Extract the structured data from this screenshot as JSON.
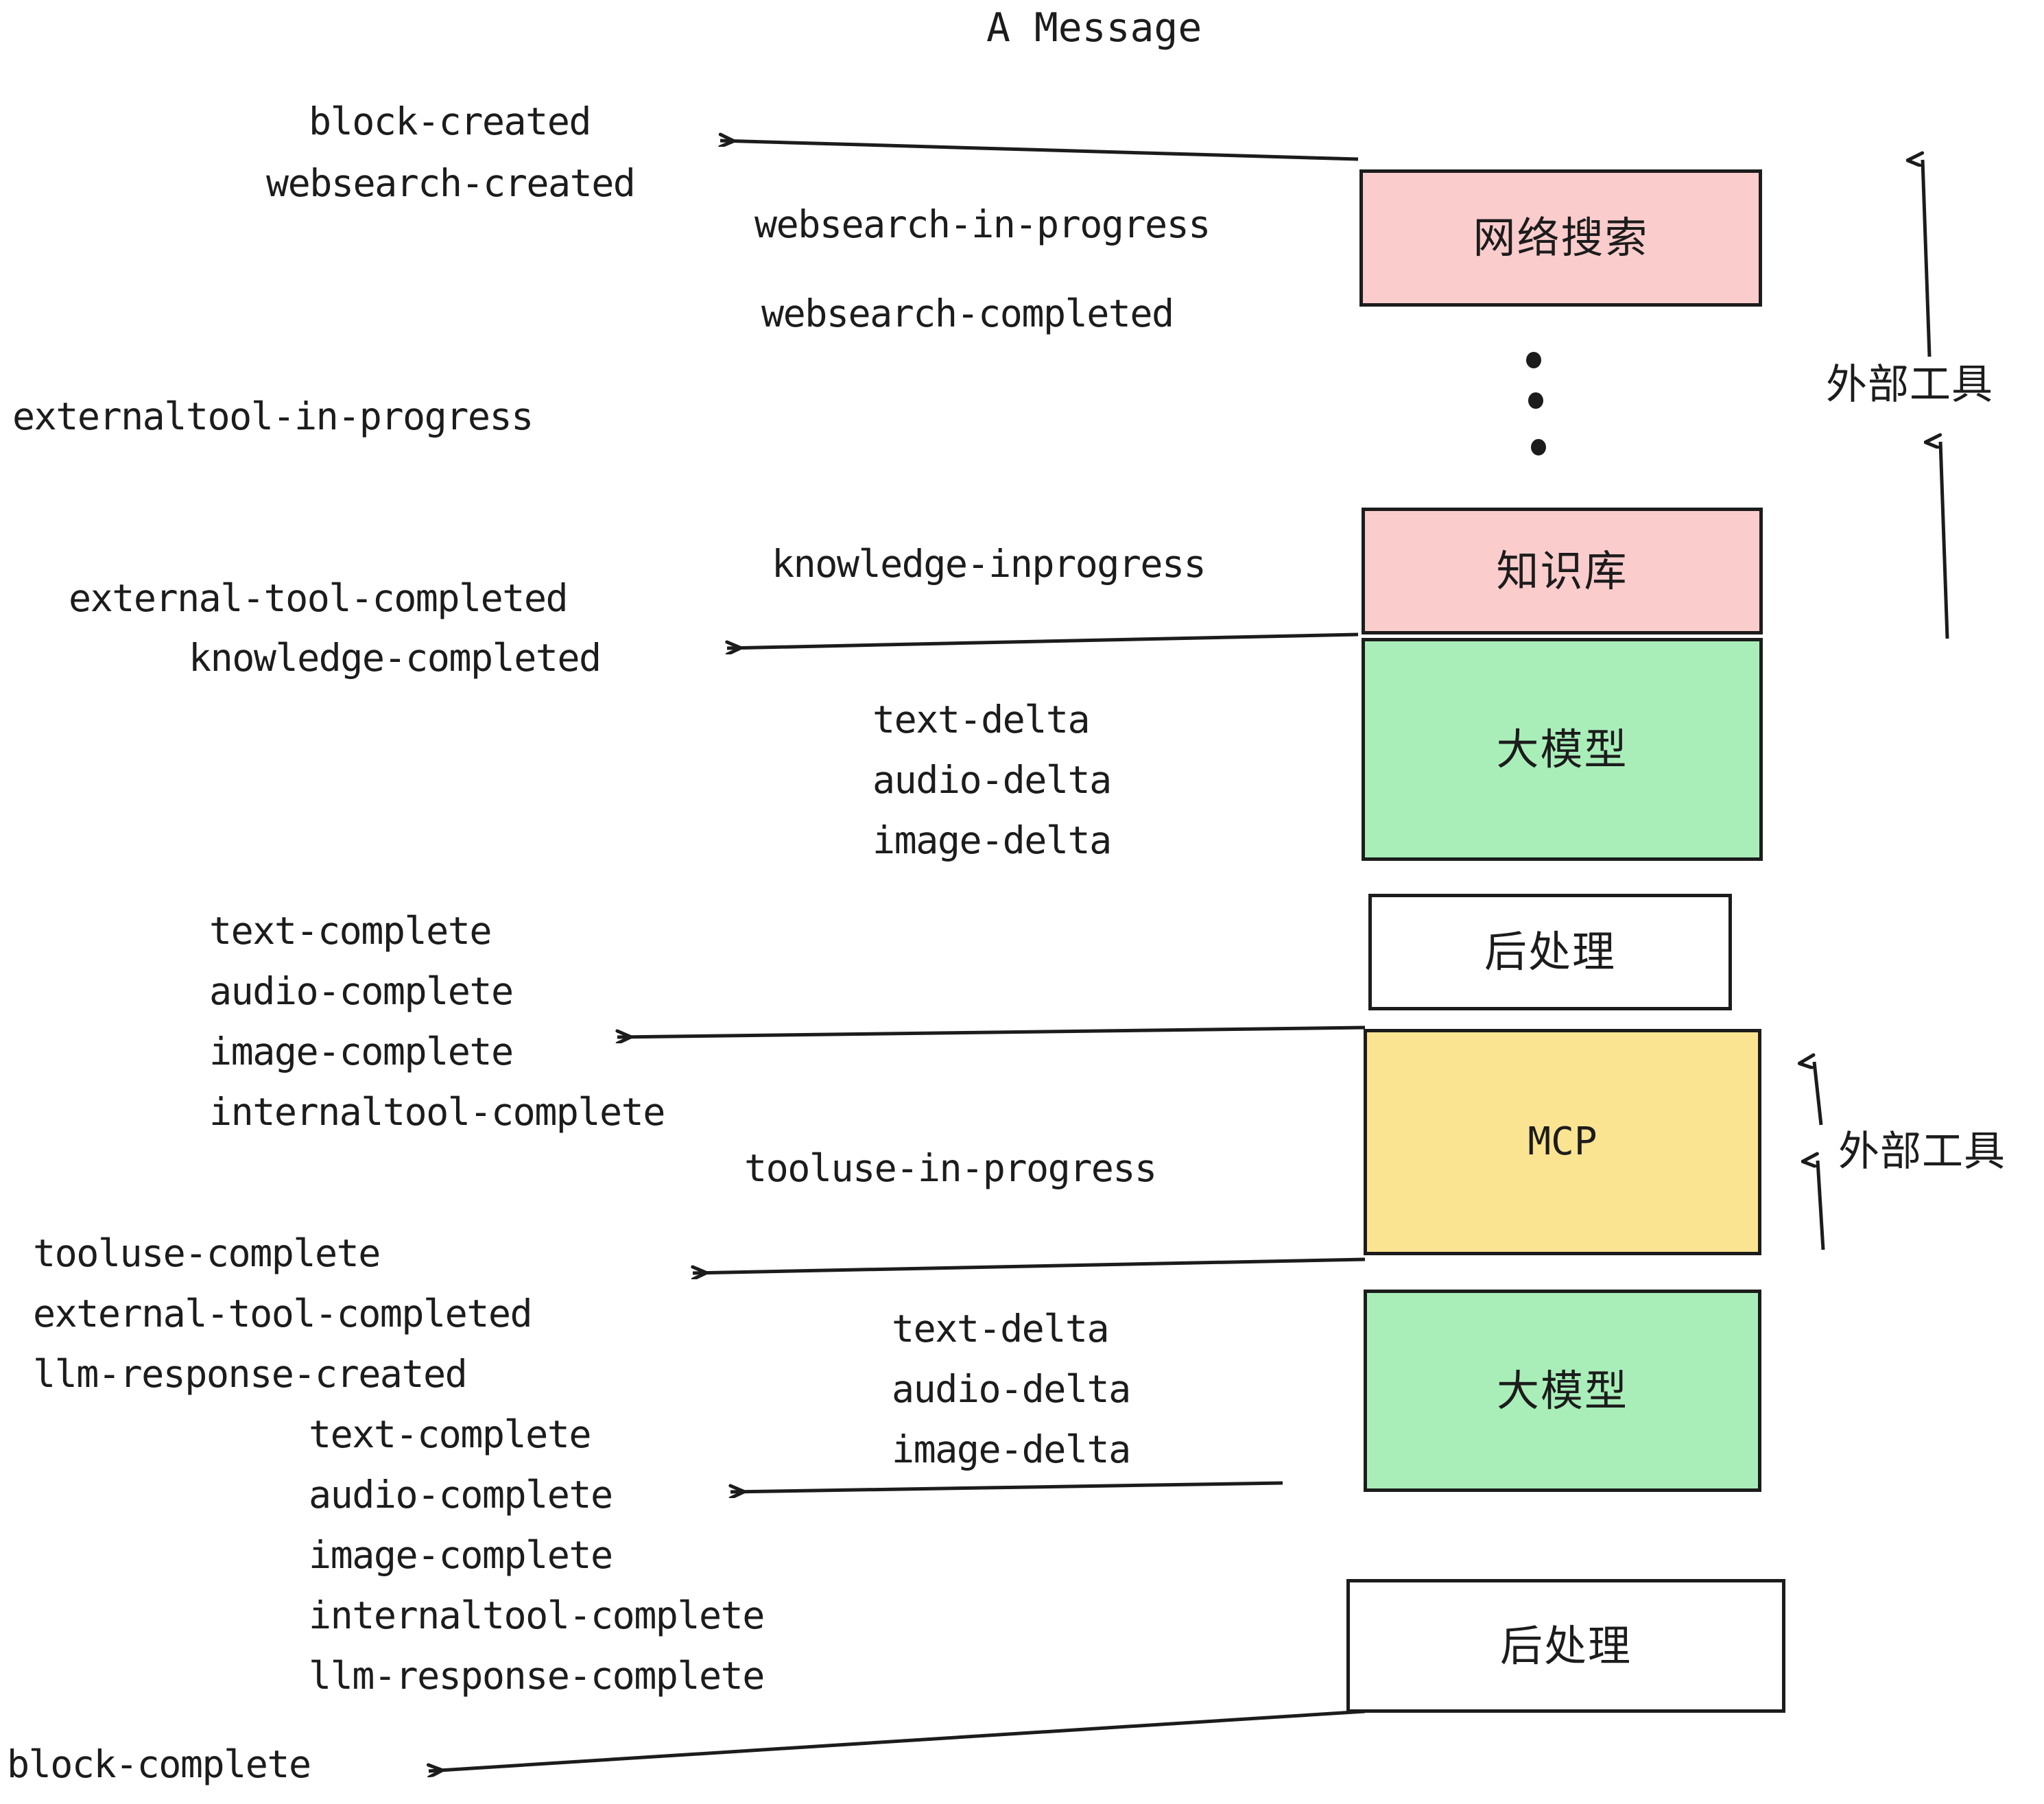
{
  "title": "A Message",
  "colors": {
    "stroke": "#1c1c1c",
    "background": "#ffffff",
    "external_tool_fill": "#fbcccc",
    "llm_fill": "#a9eeb9",
    "mcp_fill": "#fae492",
    "postprocess_fill": "#ffffff"
  },
  "nodes": [
    {
      "id": "websearch",
      "label": "网络搜索",
      "fill": "#fbcccc"
    },
    {
      "id": "knowledge",
      "label": "知识库",
      "fill": "#fbcccc"
    },
    {
      "id": "llm-1",
      "label": "大模型",
      "fill": "#a9eeb9"
    },
    {
      "id": "postprocess-1",
      "label": "后处理",
      "fill": "#ffffff"
    },
    {
      "id": "mcp",
      "label": "MCP",
      "fill": "#fae492"
    },
    {
      "id": "llm-2",
      "label": "大模型",
      "fill": "#a9eeb9"
    },
    {
      "id": "postprocess-2",
      "label": "后处理",
      "fill": "#ffffff"
    }
  ],
  "side_labels": [
    {
      "id": "external-tool-top",
      "text": "外部工具"
    },
    {
      "id": "external-tool-bottom",
      "text": "外部工具"
    }
  ],
  "events": [
    {
      "id": "block-created",
      "text": "block-created"
    },
    {
      "id": "websearch-created",
      "text": "websearch-created"
    },
    {
      "id": "websearch-in-progress",
      "text": "websearch-in-progress"
    },
    {
      "id": "websearch-completed",
      "text": "websearch-completed"
    },
    {
      "id": "externaltool-in-progress",
      "text": "externaltool-in-progress"
    },
    {
      "id": "knowledge-inprogress",
      "text": "knowledge-inprogress"
    },
    {
      "id": "external-tool-completed-1",
      "text": "external-tool-completed"
    },
    {
      "id": "knowledge-completed",
      "text": "knowledge-completed"
    },
    {
      "id": "text-delta-1",
      "text": "text-delta"
    },
    {
      "id": "audio-delta-1",
      "text": "audio-delta"
    },
    {
      "id": "image-delta-1",
      "text": "image-delta"
    },
    {
      "id": "text-complete-1",
      "text": "text-complete"
    },
    {
      "id": "audio-complete-1",
      "text": "audio-complete"
    },
    {
      "id": "image-complete-1",
      "text": "image-complete"
    },
    {
      "id": "internaltool-complete-1",
      "text": "internaltool-complete"
    },
    {
      "id": "tooluse-in-progress",
      "text": "tooluse-in-progress"
    },
    {
      "id": "tooluse-complete",
      "text": "tooluse-complete"
    },
    {
      "id": "external-tool-completed-2",
      "text": "external-tool-completed"
    },
    {
      "id": "llm-response-created",
      "text": "llm-response-created"
    },
    {
      "id": "text-delta-2",
      "text": "text-delta"
    },
    {
      "id": "audio-delta-2",
      "text": "audio-delta"
    },
    {
      "id": "image-delta-2",
      "text": "image-delta"
    },
    {
      "id": "text-complete-2",
      "text": "text-complete"
    },
    {
      "id": "audio-complete-2",
      "text": "audio-complete"
    },
    {
      "id": "image-complete-2",
      "text": "image-complete"
    },
    {
      "id": "internaltool-complete-2",
      "text": "internaltool-complete"
    },
    {
      "id": "llm-response-complete",
      "text": "llm-response-complete"
    },
    {
      "id": "block-complete",
      "text": "block-complete"
    }
  ]
}
